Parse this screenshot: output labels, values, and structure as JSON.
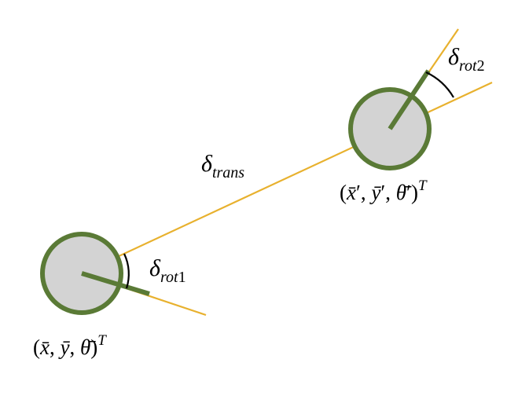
{
  "colors": {
    "robot_fill": "#d3d3d3",
    "robot_outline": "#5a7a36",
    "heading": "#5a7a36",
    "motion_line": "#e8b12e",
    "angle_arc": "#000000",
    "text": "#000000"
  },
  "labels": {
    "delta_trans": {
      "symbol": "δ",
      "subscript": "trans"
    },
    "delta_rot1": {
      "symbol": "δ",
      "subscript_italic": "rot",
      "subscript_index": "1"
    },
    "delta_rot2": {
      "symbol": "δ",
      "subscript_italic": "rot",
      "subscript_index": "2"
    },
    "start_pose": {
      "open": "(",
      "x": "x̄",
      "sep1": ", ",
      "y": "ȳ",
      "sep2": ", ",
      "theta": "θ̄",
      "close": ")",
      "transpose": "T"
    },
    "end_pose": {
      "open": "(",
      "x": "x̄",
      "prime1": "′",
      "sep1": ", ",
      "y": "ȳ",
      "prime2": "′",
      "sep2": ", ",
      "theta": "θ̄",
      "prime3": "′",
      "close": ")",
      "transpose": "T"
    }
  }
}
